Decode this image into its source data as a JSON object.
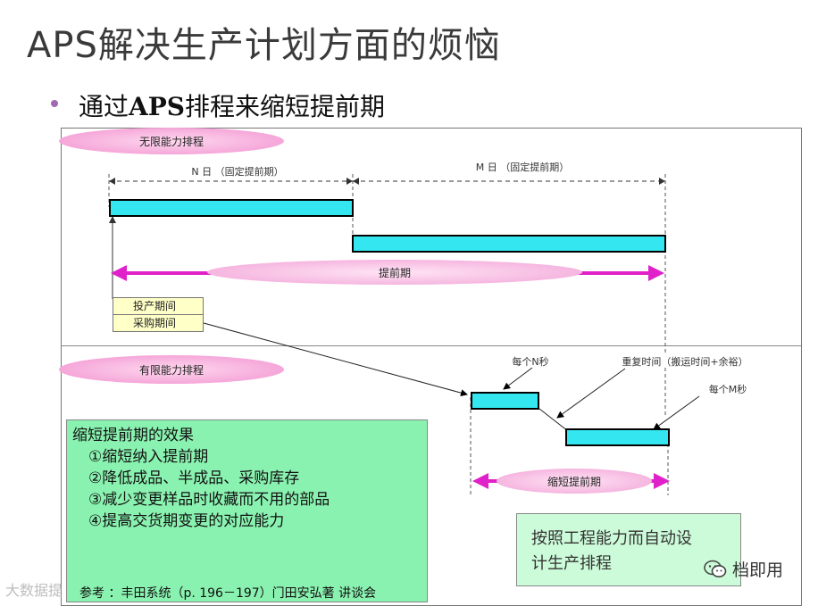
{
  "title": "APS解决生产计划方面的烦恼",
  "subtitle_prefix": "通过",
  "subtitle_bold": "APS",
  "subtitle_suffix": "排程来缩短提前期",
  "infinite": {
    "label": "无限能力排程",
    "n_label": "N 日  （固定提前期）",
    "m_label": "M 日  （固定提前期）",
    "lead_label": "提前期",
    "input_period": "投产期间",
    "purchase_period": "采购期间"
  },
  "finite": {
    "label": "有限能力排程",
    "per_n": "每个N秒",
    "repeat_time": "重复时间（搬运时间+余裕）",
    "per_m": "每个M秒",
    "shortened_lead": "缩短提前期"
  },
  "effects": {
    "heading": "缩短提前期的效果",
    "items": [
      "①缩短纳入提前期",
      "②降低成品、半成品、采购库存",
      "③减少变更样品时收藏而不用的部品",
      "④提高交货期变更的对应能力"
    ],
    "reference": "参考 ：丰田系统（p. 196－197）门田安弘著 讲谈会"
  },
  "auto_schedule": {
    "line1": "按照工程能力而自动设",
    "line2": "计生产排程"
  },
  "watermark": "大数据提",
  "brand": "档即用",
  "colors": {
    "bar": "#33e6f0",
    "arrow": "#e020c8",
    "ellipse": "#f7b2de",
    "effects_bg": "#8af2b0",
    "auto_bg": "#ccfbd9",
    "note_bg": "#ffffc8"
  },
  "icons": [
    "wechat-icon"
  ]
}
